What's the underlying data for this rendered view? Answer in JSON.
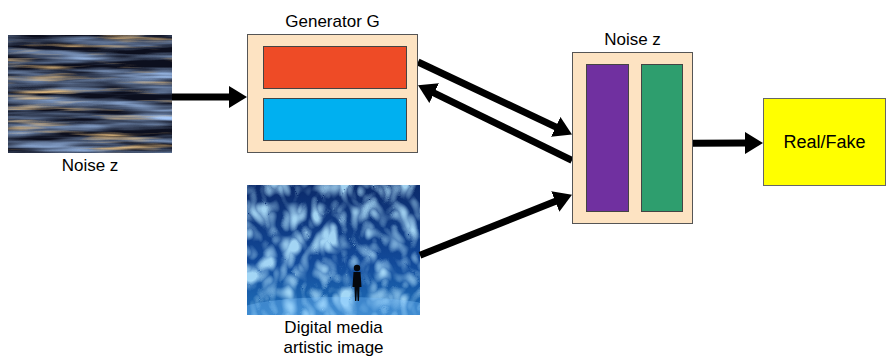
{
  "diagram": {
    "nodes": [
      {
        "text": [
          "Noise z"
        ]
      },
      {
        "text": [
          "Generator G"
        ]
      },
      {
        "text": [
          "Digital media artistic image"
        ]
      },
      {
        "text": [
          "Noise z"
        ]
      },
      {
        "text": [
          "Real/Fake"
        ]
      }
    ],
    "edges": [
      {
        "from": 0,
        "to": 1,
        "arrow": "to"
      },
      {
        "from": 1,
        "to": 3,
        "arrow": "to"
      },
      {
        "from": 3,
        "to": 1,
        "arrow": "to"
      },
      {
        "from": 2,
        "to": 3,
        "arrow": "to"
      },
      {
        "from": 3,
        "to": 4,
        "arrow": "to"
      }
    ]
  }
}
